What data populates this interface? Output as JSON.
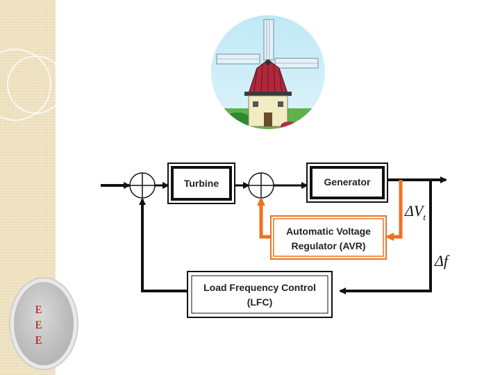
{
  "badge": {
    "letters": [
      "E",
      "E",
      "E"
    ],
    "letter_color": "#b00000"
  },
  "diagram": {
    "blocks": {
      "turbine": "Turbine",
      "generator": "Generator",
      "avr_line1": "Automatic Voltage",
      "avr_line2": "Regulator (AVR)",
      "lfc_line1": "Load Frequency Control",
      "lfc_line2": "(LFC)"
    },
    "signals": {
      "delta_vt_symbol": "ΔV",
      "delta_vt_subscript": "t",
      "delta_f": "Δf"
    },
    "colors": {
      "avr_path": "#f07020",
      "main_path": "#111111"
    }
  },
  "illustration": {
    "icon": "windmill-icon"
  }
}
